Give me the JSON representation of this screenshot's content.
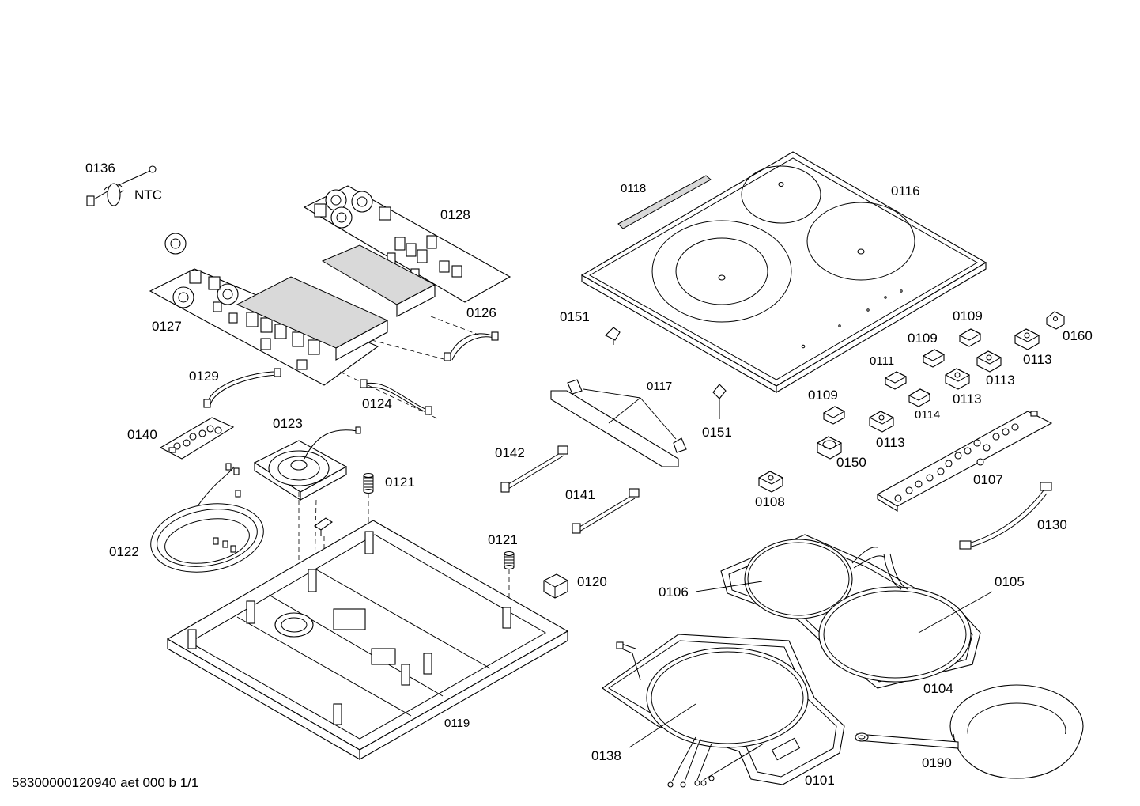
{
  "diagram": {
    "labels": {
      "p0136": "0136",
      "ntc": "NTC",
      "p0128": "0128",
      "p0127": "0127",
      "p0126": "0126",
      "p0129": "0129",
      "p0124": "0124",
      "p0140": "0140",
      "p0123": "0123",
      "p0121a": "0121",
      "p0121b": "0121",
      "p0122": "0122",
      "p0119": "0119",
      "p0118": "0118",
      "p0116": "0116",
      "p0151a": "0151",
      "p0151b": "0151",
      "p0117": "0117",
      "p0142": "0142",
      "p0141": "0141",
      "p0120": "0120",
      "p0109a": "0109",
      "p0109b": "0109",
      "p0109c": "0109",
      "p0160": "0160",
      "p0111": "0111",
      "p0113a": "0113",
      "p0113b": "0113",
      "p0113c": "0113",
      "p0113d": "0113",
      "p0114": "0114",
      "p0150": "0150",
      "p0107": "0107",
      "p0108": "0108",
      "p0130": "0130",
      "p0106": "0106",
      "p0105": "0105",
      "p0104": "0104",
      "p0138": "0138",
      "p0101": "0101",
      "p0190": "0190"
    },
    "footer": "58300000120940 aet 000 b 1/1"
  }
}
